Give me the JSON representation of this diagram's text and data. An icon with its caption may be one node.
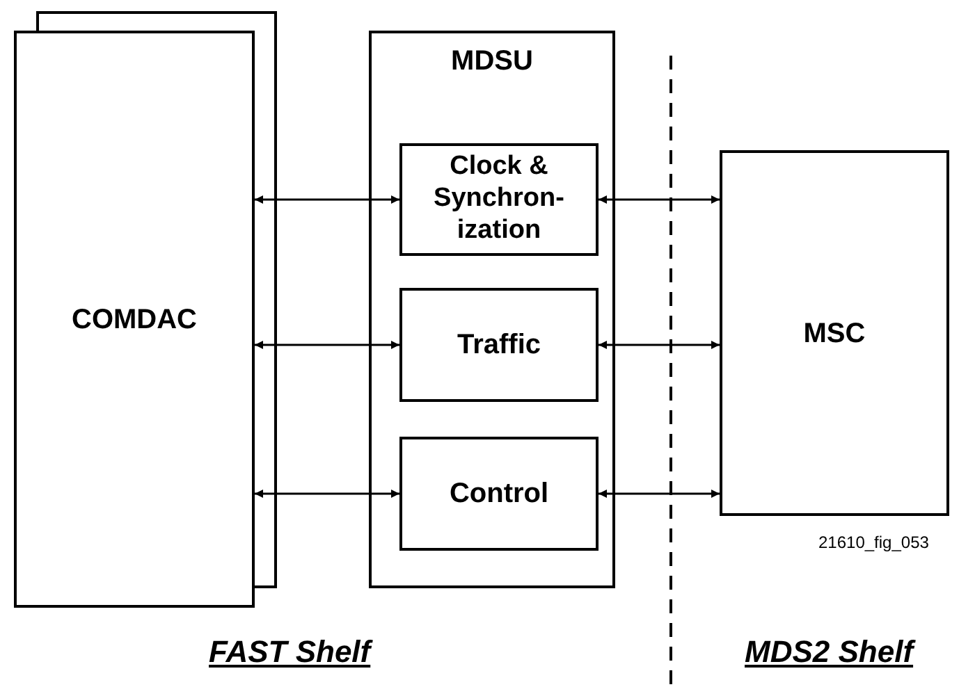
{
  "diagram": {
    "nodes": [
      {
        "text": [
          "COMDAC"
        ]
      },
      {
        "text": [
          "MDSU"
        ]
      },
      {
        "text": [
          "Clock & Synchron-ization"
        ],
        "in": 1
      },
      {
        "text": [
          "Traffic"
        ],
        "in": 1
      },
      {
        "text": [
          "Control"
        ],
        "in": 1
      },
      {
        "text": [
          "MSC"
        ]
      }
    ],
    "edges": [
      {
        "from": 0,
        "to": 2,
        "arrow": "both"
      },
      {
        "from": 0,
        "to": 3,
        "arrow": "both"
      },
      {
        "from": 0,
        "to": 4,
        "arrow": "both"
      },
      {
        "from": 2,
        "to": 5,
        "arrow": "both"
      },
      {
        "from": 3,
        "to": 5,
        "arrow": "both"
      },
      {
        "from": 4,
        "to": 5,
        "arrow": "both"
      }
    ],
    "labels": [
      "21610_fig_053",
      "FAST Shelf",
      "MDS2 Shelf"
    ]
  }
}
